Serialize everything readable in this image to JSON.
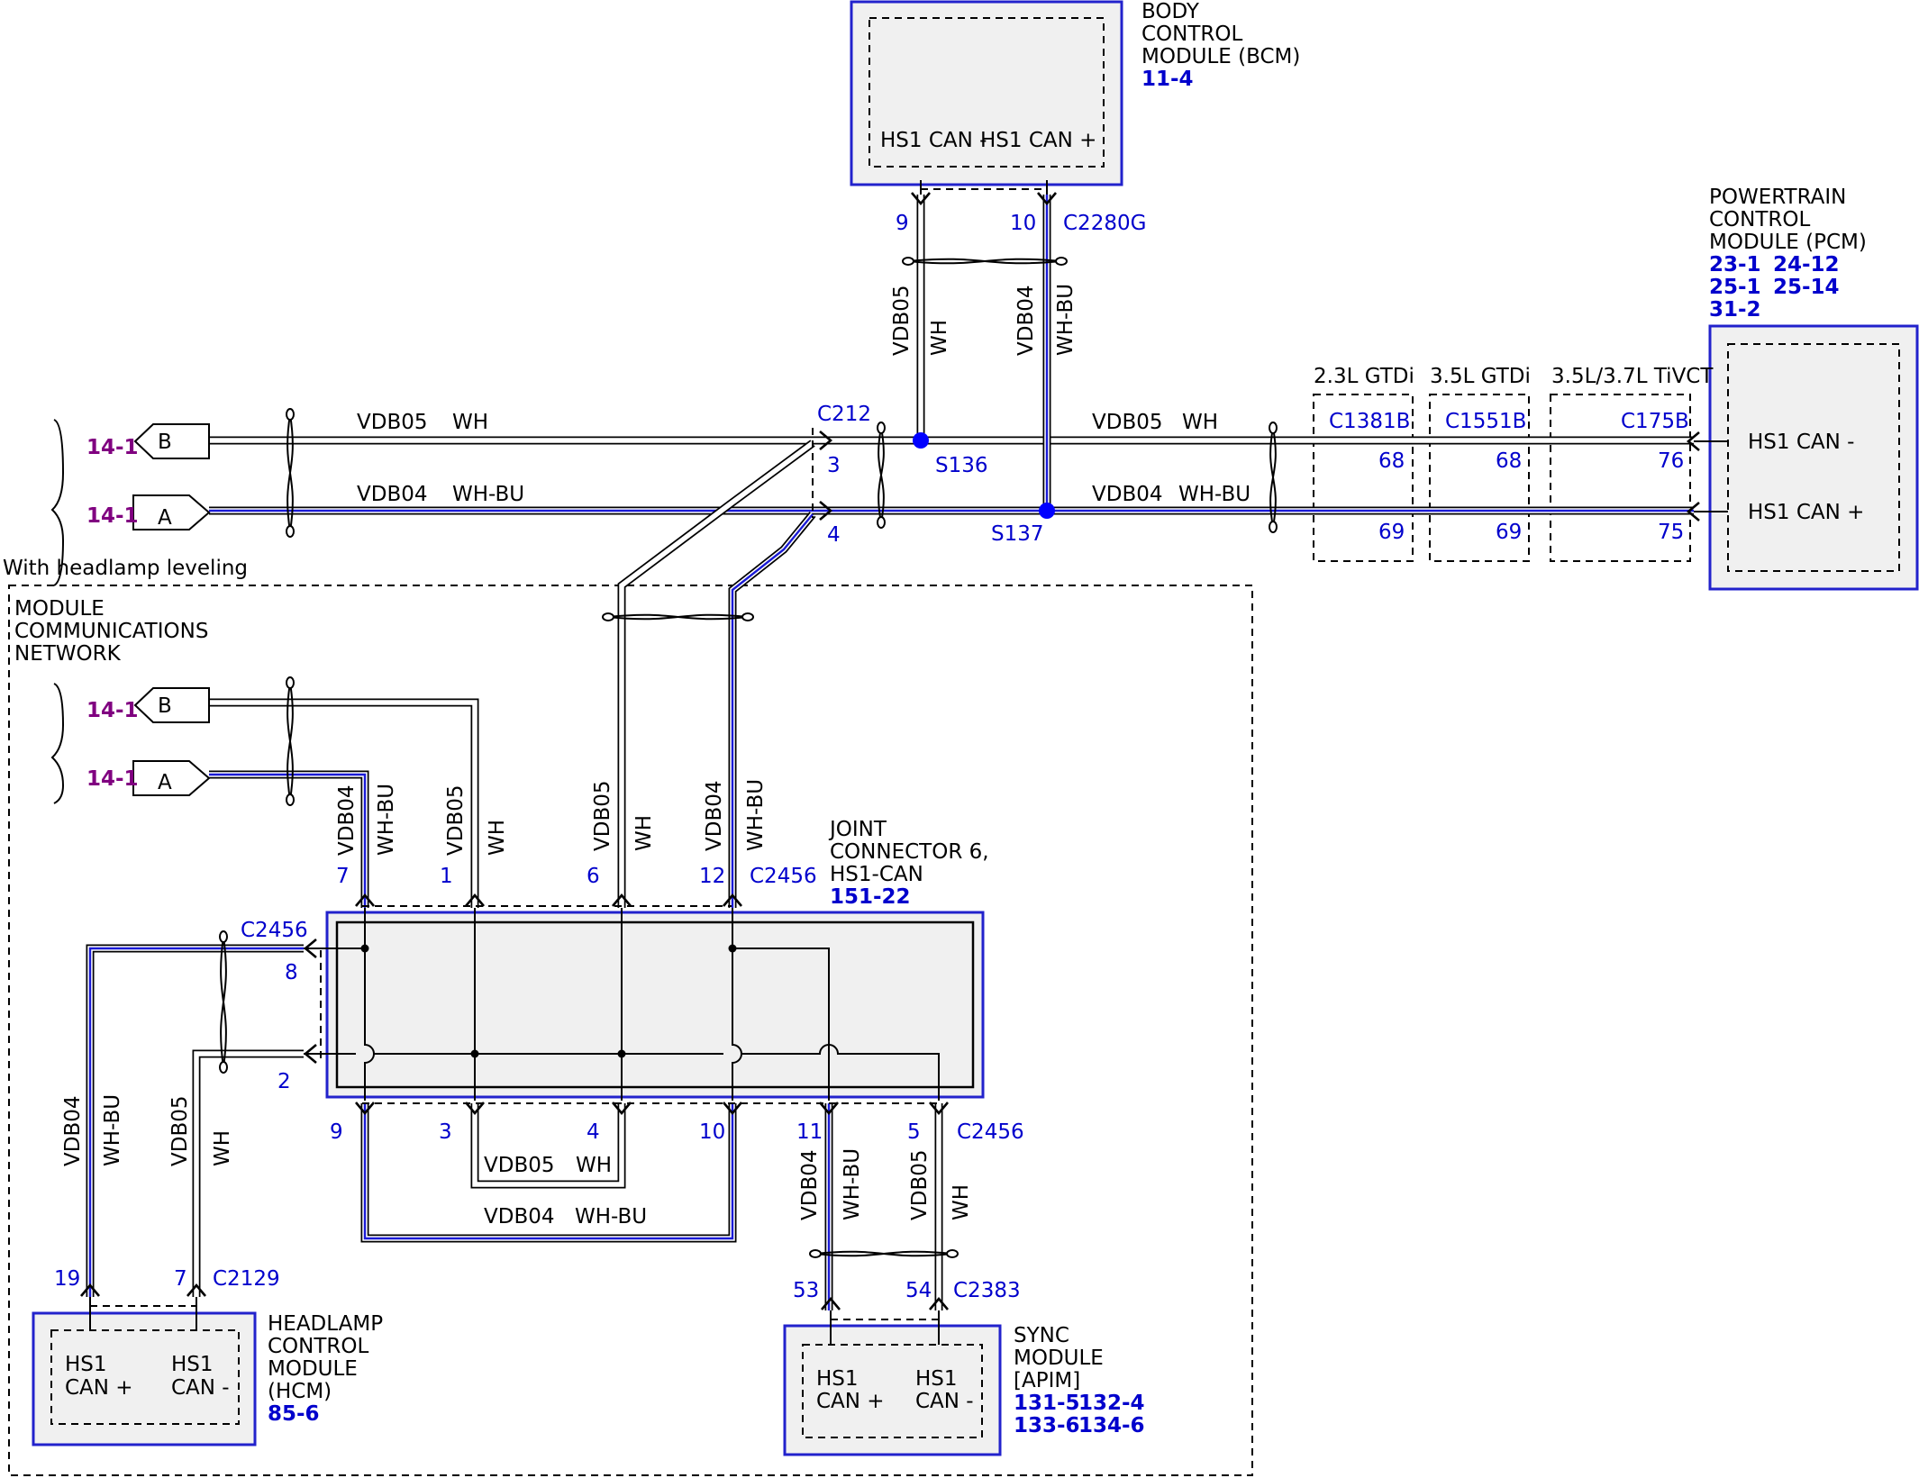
{
  "modules": {
    "bcm": {
      "name_lines": [
        "BODY",
        "CONTROL",
        "MODULE (BCM)"
      ],
      "refs": [
        "11-4"
      ],
      "pins": [
        "HS1 CAN -",
        "HS1 CAN +"
      ]
    },
    "pcm": {
      "name_lines": [
        "POWERTRAIN",
        "CONTROL",
        "MODULE (PCM)"
      ],
      "refs": [
        "23-1",
        "24-12",
        "25-1",
        "25-14",
        "31-2"
      ],
      "pins": [
        "HS1 CAN -",
        "HS1 CAN +"
      ]
    },
    "joint": {
      "name_lines": [
        "JOINT",
        "CONNECTOR 6,",
        "HS1-CAN"
      ],
      "refs": [
        "151-22"
      ]
    },
    "hcm": {
      "name_lines": [
        "HEADLAMP",
        "CONTROL",
        "MODULE",
        "(HCM)"
      ],
      "refs": [
        "85-6"
      ],
      "pins": [
        "HS1",
        "CAN +",
        "HS1",
        "CAN -"
      ]
    },
    "sync": {
      "name_lines": [
        "SYNC",
        "MODULE",
        "[APIM]"
      ],
      "refs": [
        "131-5",
        "132-4",
        "133-6",
        "134-6"
      ],
      "pins": [
        "HS1",
        "CAN +",
        "HS1",
        "CAN -"
      ]
    }
  },
  "connectors": {
    "c2280g": "C2280G",
    "c212": "C212",
    "c1381b": "C1381B",
    "c1551b": "C1551B",
    "c175b": "C175B",
    "c2456": "C2456",
    "c2129": "C2129",
    "c2383": "C2383"
  },
  "splices": {
    "s136": "S136",
    "s137": "S137"
  },
  "variants": [
    "2.3L GTDi",
    "3.5L GTDi",
    "3.5L/3.7L TiVCT"
  ],
  "circuits": {
    "vdb05": "VDB05",
    "vdb04": "VDB04",
    "wh": "WH",
    "wh_bu": "WH-BU"
  },
  "notes": {
    "headlamp_leveling": "With headlamp leveling",
    "mcn_lines": [
      "MODULE",
      "COMMUNICATIONS",
      "NETWORK"
    ]
  },
  "offpage": {
    "ref": "14-1",
    "b": "B",
    "a": "A"
  },
  "pins": {
    "bcm_9": "9",
    "bcm_10": "10",
    "c212_3": "3",
    "c212_4": "4",
    "c1381b_68": "68",
    "c1381b_69": "69",
    "c1551b_68": "68",
    "c1551b_69": "69",
    "c175b_76": "76",
    "c175b_75": "75",
    "j7": "7",
    "j1": "1",
    "j6": "6",
    "j12": "12",
    "j8": "8",
    "j2": "2",
    "j9": "9",
    "j3": "3",
    "j4": "4",
    "j10": "10",
    "j11": "11",
    "j5": "5",
    "hcm_19": "19",
    "hcm_7": "7",
    "sync_53": "53",
    "sync_54": "54"
  }
}
